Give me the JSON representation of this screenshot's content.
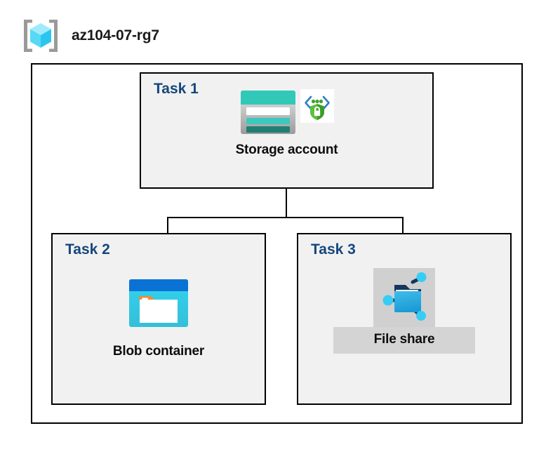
{
  "header": {
    "title": "az104-07-rg7",
    "icon": "resource-group-icon"
  },
  "diagram": {
    "type": "hierarchy",
    "root": "Storage account",
    "tasks": [
      {
        "id": "task-1",
        "label": "Task 1",
        "node_label": "Storage account",
        "icons": [
          "storage-account-icon",
          "encryption-shield-icon"
        ]
      },
      {
        "id": "task-2",
        "label": "Task 2",
        "node_label": "Blob container",
        "icons": [
          "blob-container-icon"
        ]
      },
      {
        "id": "task-3",
        "label": "Task 3",
        "node_label": "File share",
        "icons": [
          "file-share-icon"
        ],
        "highlighted": true
      }
    ],
    "connections": [
      {
        "from": "Storage account",
        "to": "Blob container"
      },
      {
        "from": "Storage account",
        "to": "File share"
      }
    ]
  },
  "colors": {
    "task_label": "#14477D",
    "task_box_fill": "#F1F1F1",
    "border": "#000000",
    "highlight": "#D4D4D4",
    "storage_teal": "#2EC4B6",
    "blob_blue": "#0078D4",
    "fileshare_blue": "#32B0E7",
    "shield_green": "#3FA22B"
  }
}
